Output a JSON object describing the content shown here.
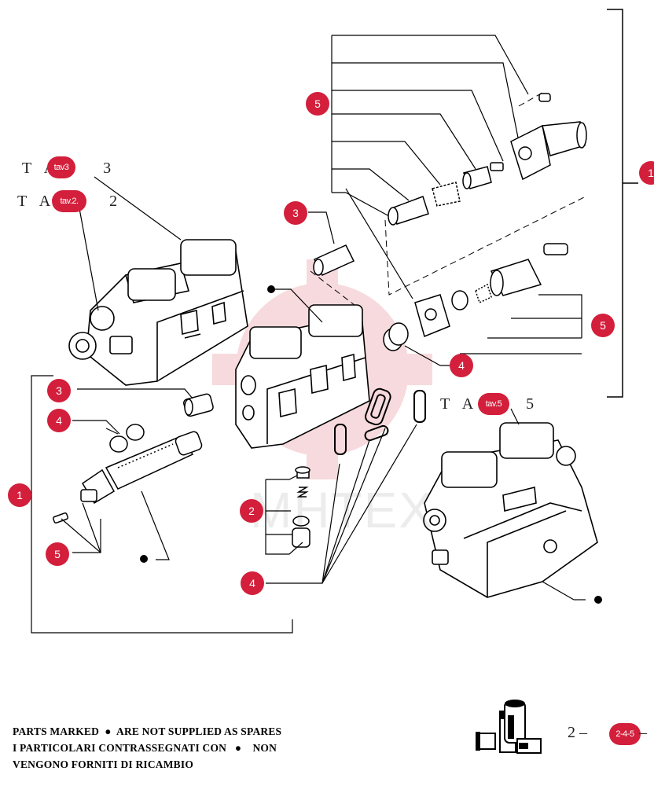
{
  "labels": {
    "ta3_left": "T A",
    "ta3_badge": "tav3",
    "ta3_right": "3",
    "ta2_left": "T A",
    "ta2_badge": "tav.2.",
    "ta2_right": "2",
    "ta5_left": "T A",
    "ta5_badge": "tav.5",
    "ta5_right": "5"
  },
  "callouts": [
    "1",
    "1",
    "2",
    "3",
    "3",
    "4",
    "4",
    "4",
    "5",
    "5",
    "5"
  ],
  "watermark": "MHTEX",
  "footer": {
    "line1": "PARTS MARKED",
    "line1_rest": "ARE NOT SUPPLIED AS SPARES",
    "line2": "I PARTICOLARI CONTRASSEGNATI CON",
    "line2_rest": "NON",
    "line3": "VENGONO FORNITI DI RICAMBIO"
  },
  "page_ref": {
    "number": "2 –",
    "badge": "2-4-5",
    "suffix": "–"
  },
  "colors": {
    "callout": "#d31f3b",
    "line": "#000000",
    "watermark_gear": "#f3c7cb"
  }
}
